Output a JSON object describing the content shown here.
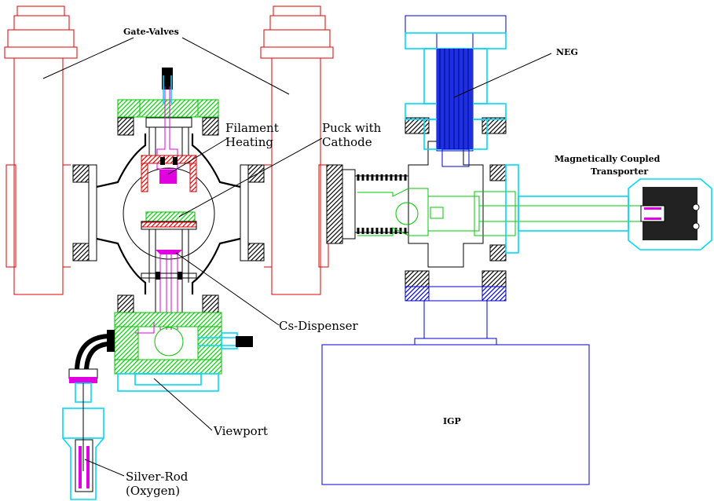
{
  "labels": {
    "gate_valves": "Gate-Valves",
    "neg": "NEG",
    "filament_line1": "Filament",
    "filament_line2": "Heating",
    "puck_line1": "Puck with",
    "puck_line2": "Cathode",
    "transporter_line1": "Magnetically Coupled",
    "transporter_line2": "Transporter",
    "cs_dispenser": "Cs-Dispenser",
    "viewport": "Viewport",
    "igp": "IGP",
    "silver_rod_line1": "Silver-Rod",
    "silver_rod_line2": "(Oxygen)"
  },
  "colors": {
    "gate_valve": "#e00000",
    "cyan_flange": "#00d8ff",
    "green_part": "#00c800",
    "blue_part": "#0000d0",
    "magenta_part": "#e000e0",
    "outline": "#000000"
  }
}
